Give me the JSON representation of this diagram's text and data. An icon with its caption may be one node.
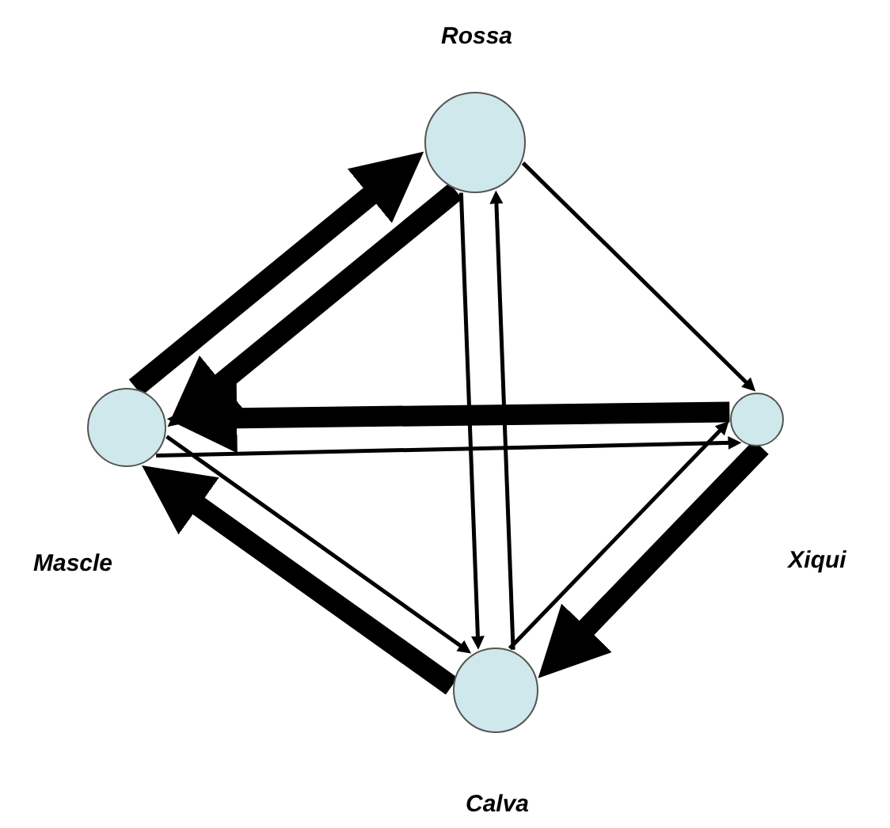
{
  "diagram": {
    "nodes": [
      {
        "text": [
          "Rossa"
        ]
      },
      {
        "text": [
          "Mascle"
        ]
      },
      {
        "text": [
          "Xiqui"
        ]
      },
      {
        "text": [
          "Calva"
        ]
      }
    ],
    "edges": [
      {
        "from": 0,
        "to": 2,
        "arrow": "to"
      },
      {
        "from": 1,
        "to": 0,
        "arrow": "to",
        "style": "thick"
      },
      {
        "from": 0,
        "to": 1,
        "arrow": "to",
        "style": "thick"
      },
      {
        "from": 2,
        "to": 1,
        "arrow": "to",
        "style": "thick"
      },
      {
        "from": 1,
        "to": 2,
        "arrow": "to"
      },
      {
        "from": 0,
        "to": 3,
        "arrow": "to"
      },
      {
        "from": 3,
        "to": 0,
        "arrow": "to"
      },
      {
        "from": 1,
        "to": 3,
        "arrow": "to"
      },
      {
        "from": 3,
        "to": 1,
        "arrow": "to",
        "style": "thick"
      },
      {
        "from": 3,
        "to": 2,
        "arrow": "to"
      },
      {
        "from": 2,
        "to": 3,
        "arrow": "to",
        "style": "thick"
      }
    ]
  }
}
